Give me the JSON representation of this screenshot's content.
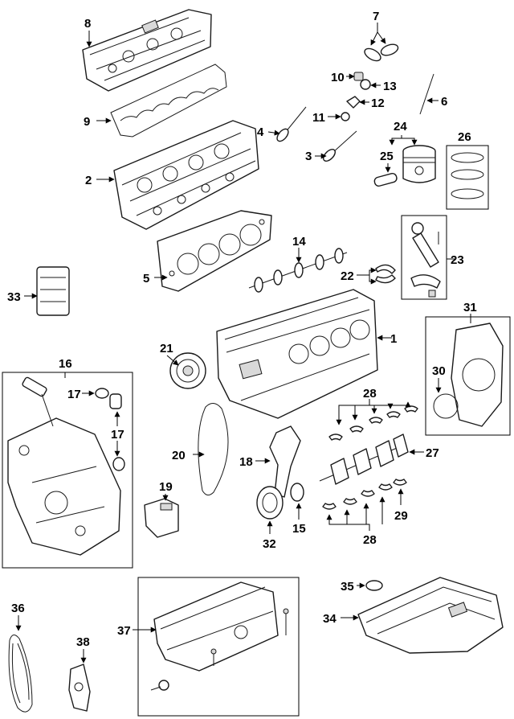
{
  "callouts": {
    "c1": "1",
    "c2": "2",
    "c3": "3",
    "c4": "4",
    "c5": "5",
    "c6": "6",
    "c7": "7",
    "c8": "8",
    "c9": "9",
    "c10": "10",
    "c11": "11",
    "c12": "12",
    "c13": "13",
    "c14": "14",
    "c15": "15",
    "c16": "16",
    "c17a": "17",
    "c17b": "17",
    "c19": "19",
    "c20": "20",
    "c21": "21",
    "c22": "22",
    "c23": "23",
    "c24": "24",
    "c25": "25",
    "c26": "26",
    "c27": "27",
    "c28a": "28",
    "c28b": "28",
    "c29": "29",
    "c30": "30",
    "c31": "31",
    "c32": "32",
    "c33": "33",
    "c34": "34",
    "c35": "35",
    "c36": "36",
    "c37": "37",
    "c38": "38",
    "c18": "18"
  }
}
